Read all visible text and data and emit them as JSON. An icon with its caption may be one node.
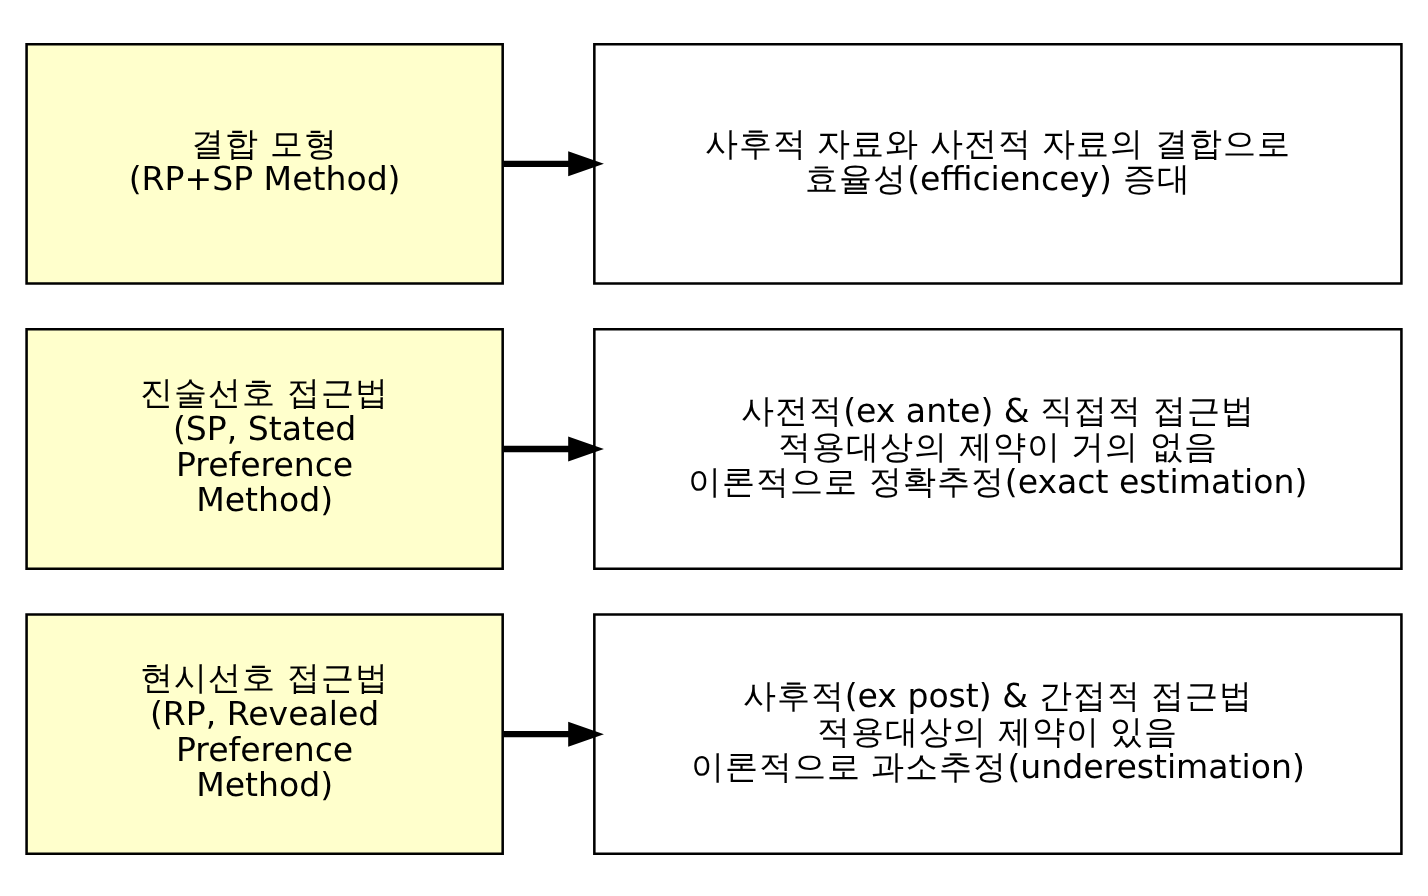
{
  "diagram": {
    "nodes": [
      {
        "text": [
          "현시선호 접근법",
          "(RP, Revealed Preference Method)"
        ]
      },
      {
        "text": [
          "사후적(ex post) & 간접적 접근법",
          "적용대상의 제약이 있음",
          "이론적으로 과소추정(underestimation)"
        ]
      },
      {
        "text": [
          "진술선호 접근법",
          "(SP, Stated Preference Method)"
        ]
      },
      {
        "text": [
          "사전적(ex ante) & 직접적 접근법",
          "적용대상의 제약이 거의 없음",
          "이론적으로 정확추정(exact estimation)"
        ]
      },
      {
        "text": [
          "결합 모형",
          "(RP+SP Method)"
        ]
      },
      {
        "text": [
          "사후적 자료와 사전적 자료의 결합으로 효율성(efficiencey) 증대"
        ]
      }
    ],
    "edges": [
      {
        "from": 0,
        "to": 1,
        "arrow": "to"
      },
      {
        "from": 2,
        "to": 3,
        "arrow": "to"
      },
      {
        "from": 4,
        "to": 5,
        "arrow": "to"
      }
    ]
  }
}
